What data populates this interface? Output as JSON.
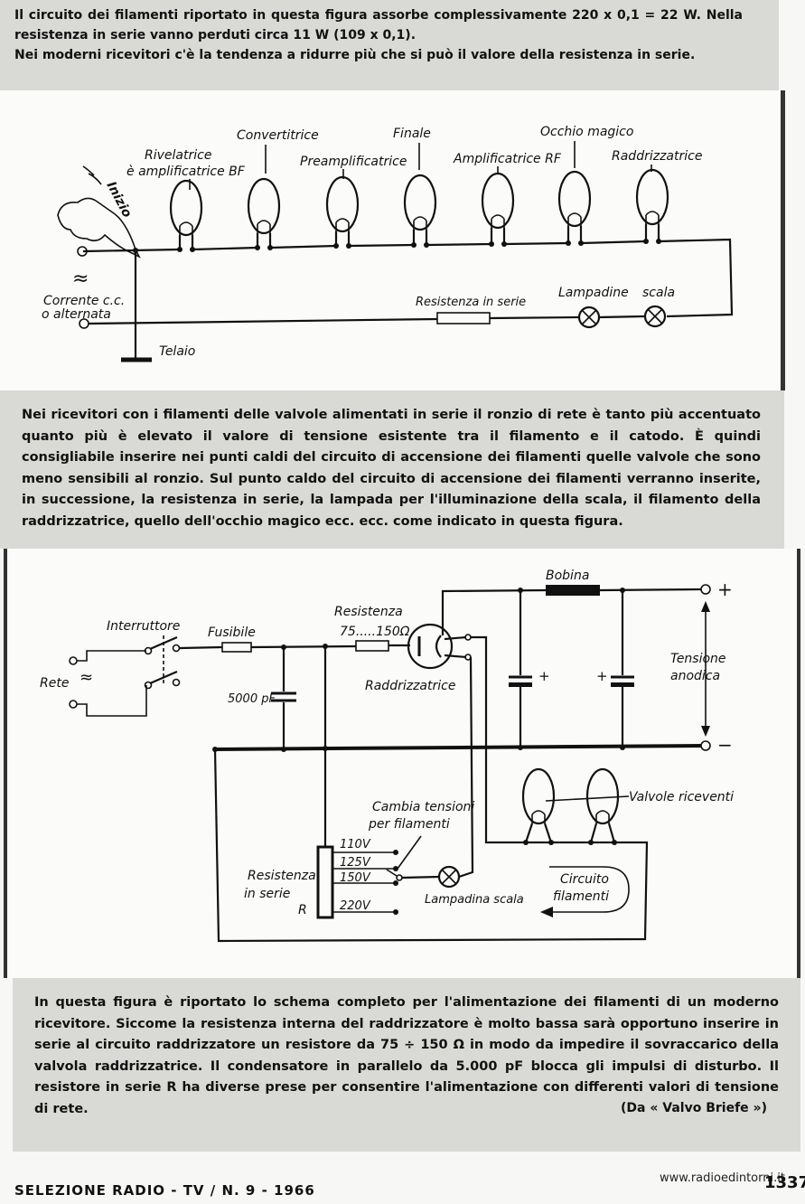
{
  "intro": {
    "line1": "Il circuito dei filamenti riportato in questa figura assorbe complessivamente 220 x 0,1 = 22 W. Nella resistenza in serie vanno perduti circa 11 W (109 x 0,1).",
    "line2": "Nei moderni ricevitori c'è la tendenza a ridurre più che si può il valore della resistenza in serie."
  },
  "fig1": {
    "tubes": [
      "Rivelatrice",
      "è amplificatrice BF",
      "Convertitrice",
      "Preamplificatrice",
      "Finale",
      "Amplificatrice RF",
      "Occhio magico",
      "Raddrizzatrice"
    ],
    "start": "Inizio",
    "ac_symbol": "≈",
    "source1": "Corrente c.c.",
    "source2": "o alternata",
    "chassis": "Telaio",
    "series_resistor": "Resistenza in serie",
    "lamps": "Lampadine",
    "scale": "scala"
  },
  "middle_text": "Nei ricevitori con i filamenti delle valvole alimentati in serie il ronzio di rete è tanto più accentuato quanto più è elevato il valore di tensione esistente tra il filamento e il catodo. È quindi consigliabile inserire nei punti caldi del circuito di accensione dei filamenti quelle valvole che sono meno sensibili al ronzio. Sul punto caldo del circuito di accensione dei filamenti verranno inserite, in successione, la resistenza in serie, la lampada per l'illuminazione della scala, il filamento della raddrizzatrice, quello dell'occhio magico ecc. ecc. come indicato in questa figura.",
  "fig2": {
    "coil": "Bobina",
    "plus": "+",
    "minus": "−",
    "switch": "Interruttore",
    "fuse": "Fusibile",
    "res_title": "Resistenza",
    "res_value": "75.....150Ω",
    "mains": "Rete",
    "ac_symbol": "≈",
    "cap": "5000 pF",
    "rectifier": "Raddrizzatrice",
    "anode1": "Tensione",
    "anode2": "anodica",
    "receiving": "Valvole riceventi",
    "selector1": "Cambia tensioni",
    "selector2": "per filamenti",
    "v110": "110V",
    "v125": "125V",
    "v150": "150V",
    "v220": "220V",
    "sr1": "Resistenza",
    "sr2": "in serie",
    "sr3": "R",
    "lamp": "Lampadina scala",
    "circ1": "Circuito",
    "circ2": "filamenti",
    "cap_plus": "+"
  },
  "bottom_text": "In questa figura è riportato lo schema completo per l'alimentazione dei filamenti di un moderno ricevitore. Siccome la resistenza interna del raddrizzatore è molto bassa sarà opportuno inserire in serie al circuito raddrizzatore un resistore da 75 ÷ 150 Ω in modo da impedire il sovraccarico della valvola raddrizzatrice. Il condensatore in parallelo da 5.000 pF blocca gli impulsi di disturbo. Il resistore in serie R ha diverse prese per consentire l'alimentazione con differenti valori di tensione di rete.",
  "credit": "(Da « Valvo Briefe »)",
  "footer": {
    "publication": "SELEZIONE RADIO - TV / N. 9 - 1966",
    "site": "www.radioedintorni.it",
    "page": "1337"
  }
}
